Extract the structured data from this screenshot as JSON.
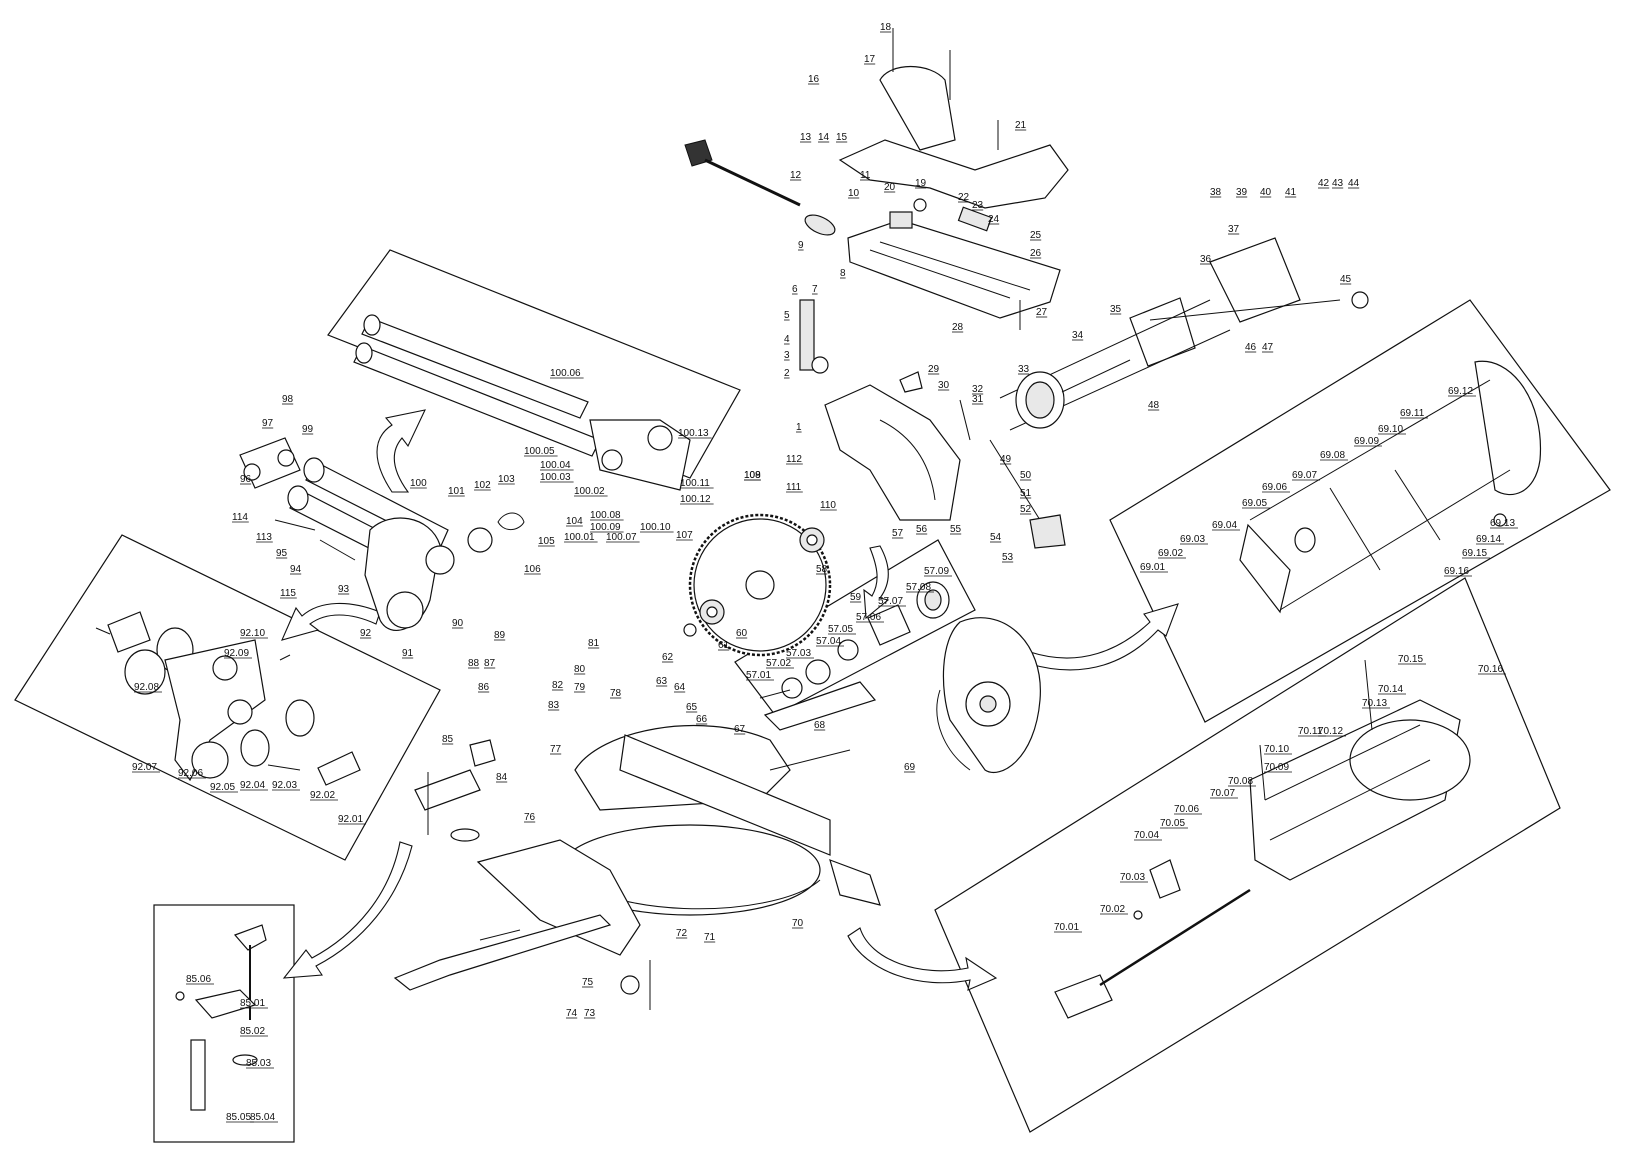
{
  "diagram": {
    "labels": [
      {
        "id": "l18",
        "text": "18"
      },
      {
        "id": "l17",
        "text": "17"
      },
      {
        "id": "l16",
        "text": "16"
      },
      {
        "id": "l13",
        "text": "13"
      },
      {
        "id": "l14",
        "text": "14"
      },
      {
        "id": "l15",
        "text": "15"
      },
      {
        "id": "l21",
        "text": "21"
      },
      {
        "id": "l12",
        "text": "12"
      },
      {
        "id": "l11",
        "text": "11"
      },
      {
        "id": "l10",
        "text": "10"
      },
      {
        "id": "l20",
        "text": "20"
      },
      {
        "id": "l19",
        "text": "19"
      },
      {
        "id": "l22",
        "text": "22"
      },
      {
        "id": "l23",
        "text": "23"
      },
      {
        "id": "l24",
        "text": "24"
      },
      {
        "id": "l25",
        "text": "25"
      },
      {
        "id": "l26",
        "text": "26"
      },
      {
        "id": "l9",
        "text": "9"
      },
      {
        "id": "l8",
        "text": "8"
      },
      {
        "id": "l27",
        "text": "27"
      },
      {
        "id": "l28",
        "text": "28"
      },
      {
        "id": "l38",
        "text": "38"
      },
      {
        "id": "l39",
        "text": "39"
      },
      {
        "id": "l40",
        "text": "40"
      },
      {
        "id": "l41",
        "text": "41"
      },
      {
        "id": "l42",
        "text": "42"
      },
      {
        "id": "l43",
        "text": "43"
      },
      {
        "id": "l44",
        "text": "44"
      },
      {
        "id": "l37",
        "text": "37"
      },
      {
        "id": "l45",
        "text": "45"
      },
      {
        "id": "l36",
        "text": "36"
      },
      {
        "id": "l35",
        "text": "35"
      },
      {
        "id": "l46",
        "text": "46"
      },
      {
        "id": "l47",
        "text": "47"
      },
      {
        "id": "l34",
        "text": "34"
      },
      {
        "id": "l48",
        "text": "48"
      },
      {
        "id": "l33",
        "text": "33"
      },
      {
        "id": "l6",
        "text": "6"
      },
      {
        "id": "l7",
        "text": "7"
      },
      {
        "id": "l5",
        "text": "5"
      },
      {
        "id": "l4",
        "text": "4"
      },
      {
        "id": "l3",
        "text": "3"
      },
      {
        "id": "l2",
        "text": "2"
      },
      {
        "id": "l29",
        "text": "29"
      },
      {
        "id": "l30",
        "text": "30"
      },
      {
        "id": "l31",
        "text": "31"
      },
      {
        "id": "l32",
        "text": "32"
      },
      {
        "id": "l1",
        "text": "1"
      },
      {
        "id": "l49",
        "text": "49"
      },
      {
        "id": "l50",
        "text": "50"
      },
      {
        "id": "l51",
        "text": "51"
      },
      {
        "id": "l52",
        "text": "52"
      },
      {
        "id": "l53",
        "text": "53"
      },
      {
        "id": "l54",
        "text": "54"
      },
      {
        "id": "l55",
        "text": "55"
      },
      {
        "id": "l56",
        "text": "56"
      },
      {
        "id": "l57",
        "text": "57"
      },
      {
        "id": "l58",
        "text": "58"
      },
      {
        "id": "l59",
        "text": "59"
      },
      {
        "id": "l60",
        "text": "60"
      },
      {
        "id": "l61",
        "text": "61"
      },
      {
        "id": "l62",
        "text": "62"
      },
      {
        "id": "l112",
        "text": "112"
      },
      {
        "id": "l111",
        "text": "111"
      },
      {
        "id": "l110",
        "text": "110"
      },
      {
        "id": "l109",
        "text": "109"
      },
      {
        "id": "l108",
        "text": "108"
      },
      {
        "id": "l107",
        "text": "107"
      },
      {
        "id": "l98",
        "text": "98"
      },
      {
        "id": "l97",
        "text": "97"
      },
      {
        "id": "l99",
        "text": "99"
      },
      {
        "id": "l96",
        "text": "96"
      },
      {
        "id": "l114",
        "text": "114"
      },
      {
        "id": "l113",
        "text": "113"
      },
      {
        "id": "l95",
        "text": "95"
      },
      {
        "id": "l94",
        "text": "94"
      },
      {
        "id": "l115",
        "text": "115"
      },
      {
        "id": "l93",
        "text": "93"
      },
      {
        "id": "l100",
        "text": "100"
      },
      {
        "id": "l101",
        "text": "101"
      },
      {
        "id": "l102",
        "text": "102"
      },
      {
        "id": "l103",
        "text": "103"
      },
      {
        "id": "l104",
        "text": "104"
      },
      {
        "id": "l105",
        "text": "105"
      },
      {
        "id": "l106",
        "text": "106"
      },
      {
        "id": "l92",
        "text": "92"
      },
      {
        "id": "l91",
        "text": "91"
      },
      {
        "id": "l90",
        "text": "90"
      },
      {
        "id": "l89",
        "text": "89"
      },
      {
        "id": "l88",
        "text": "88"
      },
      {
        "id": "l87",
        "text": "87"
      },
      {
        "id": "l86",
        "text": "86"
      },
      {
        "id": "l85",
        "text": "85"
      },
      {
        "id": "l84",
        "text": "84"
      },
      {
        "id": "l83",
        "text": "83"
      },
      {
        "id": "l82",
        "text": "82"
      },
      {
        "id": "l81",
        "text": "81"
      },
      {
        "id": "l80",
        "text": "80"
      },
      {
        "id": "l79",
        "text": "79"
      },
      {
        "id": "l78",
        "text": "78"
      },
      {
        "id": "l77",
        "text": "77"
      },
      {
        "id": "l76",
        "text": "76"
      },
      {
        "id": "l75",
        "text": "75"
      },
      {
        "id": "l74",
        "text": "74"
      },
      {
        "id": "l73",
        "text": "73"
      },
      {
        "id": "l72",
        "text": "72"
      },
      {
        "id": "l71",
        "text": "71"
      },
      {
        "id": "l70",
        "text": "70"
      },
      {
        "id": "l69",
        "text": "69"
      },
      {
        "id": "l68",
        "text": "68"
      },
      {
        "id": "l67",
        "text": "67"
      },
      {
        "id": "l66",
        "text": "66"
      },
      {
        "id": "l65",
        "text": "65"
      },
      {
        "id": "l64",
        "text": "64"
      },
      {
        "id": "l63",
        "text": "63"
      },
      {
        "id": "l10006",
        "text": "100.06"
      },
      {
        "id": "l10005",
        "text": "100.05"
      },
      {
        "id": "l10004",
        "text": "100.04"
      },
      {
        "id": "l10003",
        "text": "100.03"
      },
      {
        "id": "l10002",
        "text": "100.02"
      },
      {
        "id": "l10001",
        "text": "100.01"
      },
      {
        "id": "l10007",
        "text": "100.07"
      },
      {
        "id": "l10008",
        "text": "100.08"
      },
      {
        "id": "l10009",
        "text": "100.09"
      },
      {
        "id": "l10010",
        "text": "100.10"
      },
      {
        "id": "l10011",
        "text": "100.11"
      },
      {
        "id": "l10012",
        "text": "100.12"
      },
      {
        "id": "l10013",
        "text": "100.13"
      },
      {
        "id": "l9210",
        "text": "92.10"
      },
      {
        "id": "l9209",
        "text": "92.09"
      },
      {
        "id": "l9208",
        "text": "92.08"
      },
      {
        "id": "l9207",
        "text": "92.07"
      },
      {
        "id": "l9206",
        "text": "92.06"
      },
      {
        "id": "l9205",
        "text": "92.05"
      },
      {
        "id": "l9204",
        "text": "92.04"
      },
      {
        "id": "l9203",
        "text": "92.03"
      },
      {
        "id": "l9202",
        "text": "92.02"
      },
      {
        "id": "l9201",
        "text": "92.01"
      },
      {
        "id": "l5709",
        "text": "57.09"
      },
      {
        "id": "l5708",
        "text": "57.08"
      },
      {
        "id": "l5707",
        "text": "57.07"
      },
      {
        "id": "l5706",
        "text": "57.06"
      },
      {
        "id": "l5705",
        "text": "57.05"
      },
      {
        "id": "l5704",
        "text": "57.04"
      },
      {
        "id": "l5703",
        "text": "57.03"
      },
      {
        "id": "l5702",
        "text": "57.02"
      },
      {
        "id": "l5701",
        "text": "57.01"
      },
      {
        "id": "l6912",
        "text": "69.12"
      },
      {
        "id": "l6911",
        "text": "69.11"
      },
      {
        "id": "l6910",
        "text": "69.10"
      },
      {
        "id": "l6909",
        "text": "69.09"
      },
      {
        "id": "l6908",
        "text": "69.08"
      },
      {
        "id": "l6907",
        "text": "69.07"
      },
      {
        "id": "l6906",
        "text": "69.06"
      },
      {
        "id": "l6905",
        "text": "69.05"
      },
      {
        "id": "l6904",
        "text": "69.04"
      },
      {
        "id": "l6903",
        "text": "69.03"
      },
      {
        "id": "l6902",
        "text": "69.02"
      },
      {
        "id": "l6901",
        "text": "69.01"
      },
      {
        "id": "l6913",
        "text": "69.13"
      },
      {
        "id": "l6914",
        "text": "69.14"
      },
      {
        "id": "l6915",
        "text": "69.15"
      },
      {
        "id": "l6916",
        "text": "69.16"
      },
      {
        "id": "l7015",
        "text": "70.15"
      },
      {
        "id": "l7016",
        "text": "70.16"
      },
      {
        "id": "l7014",
        "text": "70.14"
      },
      {
        "id": "l7013",
        "text": "70.13"
      },
      {
        "id": "l7012",
        "text": "70.12"
      },
      {
        "id": "l7011",
        "text": "70.11"
      },
      {
        "id": "l7010",
        "text": "70.10"
      },
      {
        "id": "l7009",
        "text": "70.09"
      },
      {
        "id": "l7008",
        "text": "70.08"
      },
      {
        "id": "l7007",
        "text": "70.07"
      },
      {
        "id": "l7006",
        "text": "70.06"
      },
      {
        "id": "l7005",
        "text": "70.05"
      },
      {
        "id": "l7004",
        "text": "70.04"
      },
      {
        "id": "l7003",
        "text": "70.03"
      },
      {
        "id": "l7002",
        "text": "70.02"
      },
      {
        "id": "l7001",
        "text": "70.01"
      },
      {
        "id": "l8506",
        "text": "85.06"
      },
      {
        "id": "l8501",
        "text": "85.01"
      },
      {
        "id": "l8502",
        "text": "85.02"
      },
      {
        "id": "l8503",
        "text": "85.03"
      },
      {
        "id": "l8505",
        "text": "85.05"
      },
      {
        "id": "l8504",
        "text": "85.04"
      }
    ]
  }
}
